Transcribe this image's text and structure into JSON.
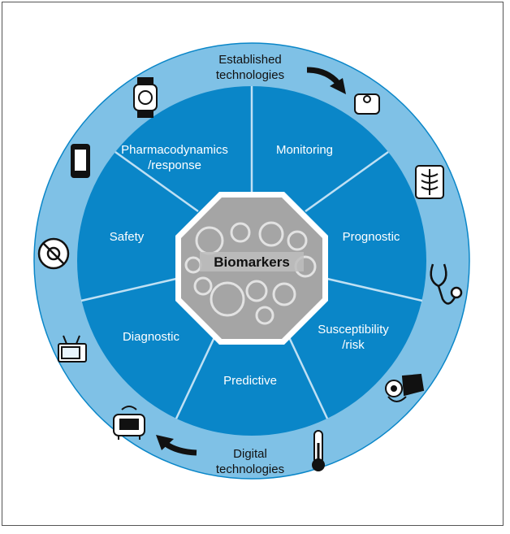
{
  "center": {
    "label": "Biomarkers"
  },
  "segments": [
    {
      "line1": "Pharmacodynamics",
      "line2": "/response"
    },
    {
      "line1": "Monitoring",
      "line2": ""
    },
    {
      "line1": "Prognostic",
      "line2": ""
    },
    {
      "line1": "Susceptibility",
      "line2": "/risk"
    },
    {
      "line1": "Predictive",
      "line2": ""
    },
    {
      "line1": "Diagnostic",
      "line2": ""
    },
    {
      "line1": "Safety",
      "line2": ""
    }
  ],
  "outer_ring": {
    "established": {
      "line1": "Established",
      "line2": "technologies"
    },
    "digital": {
      "line1": "Digital",
      "line2": "technologies"
    }
  },
  "icons": {
    "established": [
      "weighing-scale-icon",
      "xray-icon",
      "stethoscope-icon",
      "blood-pressure-cuff-icon",
      "thermometer-icon"
    ],
    "digital": [
      "robot-icon",
      "television-icon",
      "no-virus-icon",
      "smartphone-icon",
      "smartwatch-icon"
    ]
  },
  "colors": {
    "outer_ring": "#7fc1e6",
    "inner_disc": "#0a86c8",
    "divider": "#bfe0f4",
    "octagon": "#a5a5a5",
    "arrow": "#111111"
  }
}
